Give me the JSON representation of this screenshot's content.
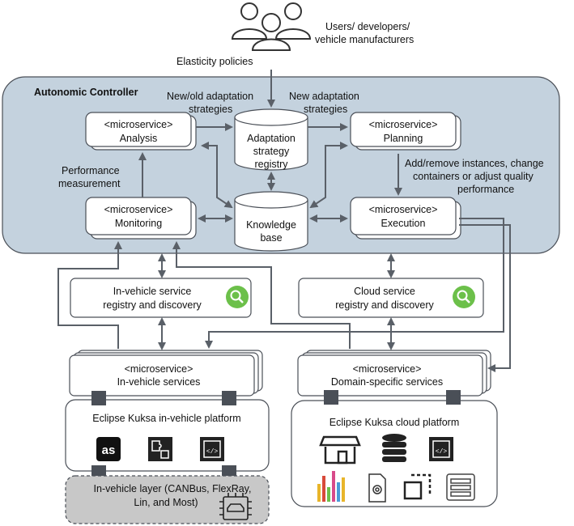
{
  "actors": {
    "label_line1": "Users/ developers/",
    "label_line2": "vehicle manufacturers"
  },
  "edges": {
    "elasticity": "Elasticity policies",
    "new_old_1": "New/old adaptation",
    "new_old_2": "strategies",
    "new_adapt_1": "New adaptation",
    "new_adapt_2": "strategies",
    "performance_1": "Performance",
    "performance_2": "measurement",
    "add_remove_1": "Add/remove instances, change",
    "add_remove_2": "containers or adjust quality",
    "add_remove_3": "performance"
  },
  "controller": {
    "title": "Autonomic Controller",
    "analysis": {
      "tag": "<microservice>",
      "name": "Analysis"
    },
    "planning": {
      "tag": "<microservice>",
      "name": "Planning"
    },
    "monitoring": {
      "tag": "<microservice>",
      "name": "Monitoring"
    },
    "execution": {
      "tag": "<microservice>",
      "name": "Execution"
    },
    "registry_db": {
      "line1": "Adaptation",
      "line2": "strategy",
      "line3": "registry"
    },
    "knowledge_db": {
      "line1": "Knowledge",
      "line2": "base"
    }
  },
  "registries": {
    "invehicle_line1": "In-vehicle service",
    "invehicle_line2": "registry and discovery",
    "cloud_line1": "Cloud service",
    "cloud_line2": "registry and discovery"
  },
  "services": {
    "invehicle": {
      "tag": "<microservice>",
      "name": "In-vehicle services"
    },
    "domain": {
      "tag": "<microservice>",
      "name": "Domain-specific services"
    }
  },
  "platforms": {
    "invehicle": "Eclipse Kuksa in-vehicle platform",
    "cloud": "Eclipse Kuksa cloud platform"
  },
  "layer": {
    "line1": "In-vehicle layer (CANBus, FlexRay,",
    "line2": "Lin, and Most)"
  },
  "colors": {
    "controller_fill": "#c4d2de",
    "arrow": "#5a6068",
    "search_green": "#6cc04a",
    "layer_fill": "#c8c8c8",
    "connector": "#4a4f57"
  }
}
